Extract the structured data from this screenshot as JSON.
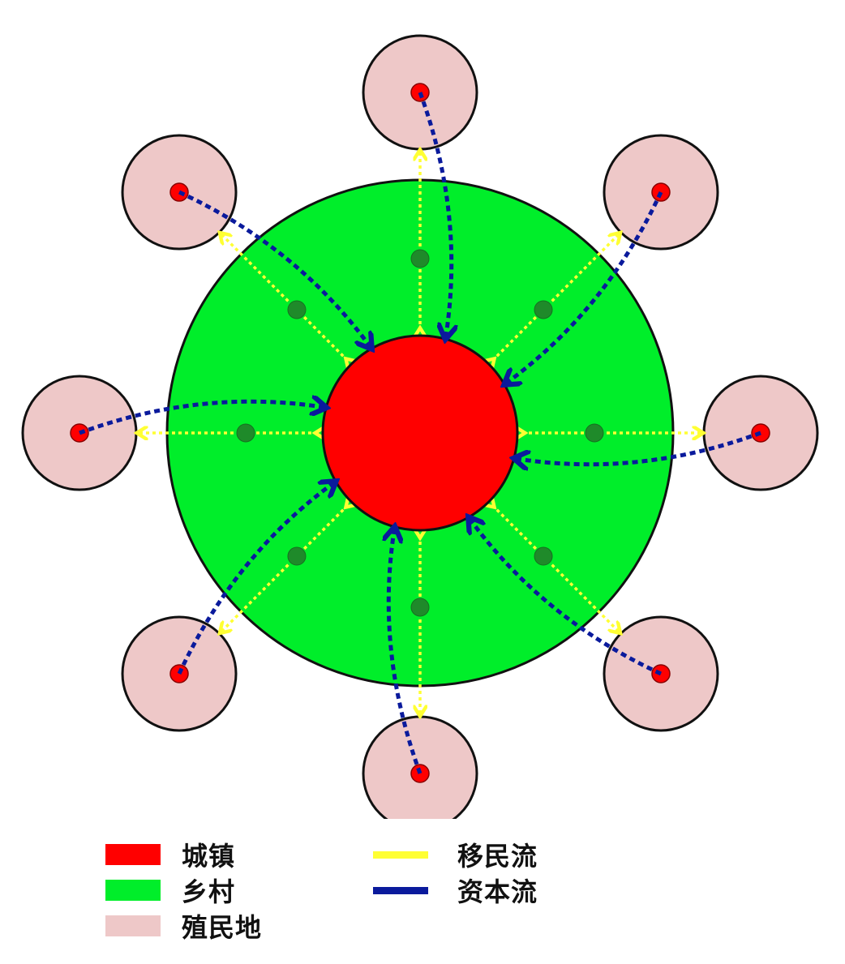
{
  "colors": {
    "town": "#ff0000",
    "countryside": "#00ee2a",
    "colony": "#eec8c8",
    "migration_flow": "#ffff33",
    "capital_flow": "#0a1a9c",
    "village_dot": "#1f8a2a",
    "outline": "#111111"
  },
  "legend": {
    "town": "城镇",
    "countryside": "乡村",
    "colony": "殖民地",
    "migration_flow": "移民流",
    "capital_flow": "资本流"
  },
  "diagram": {
    "colony_count": 8,
    "village_count": 8
  }
}
